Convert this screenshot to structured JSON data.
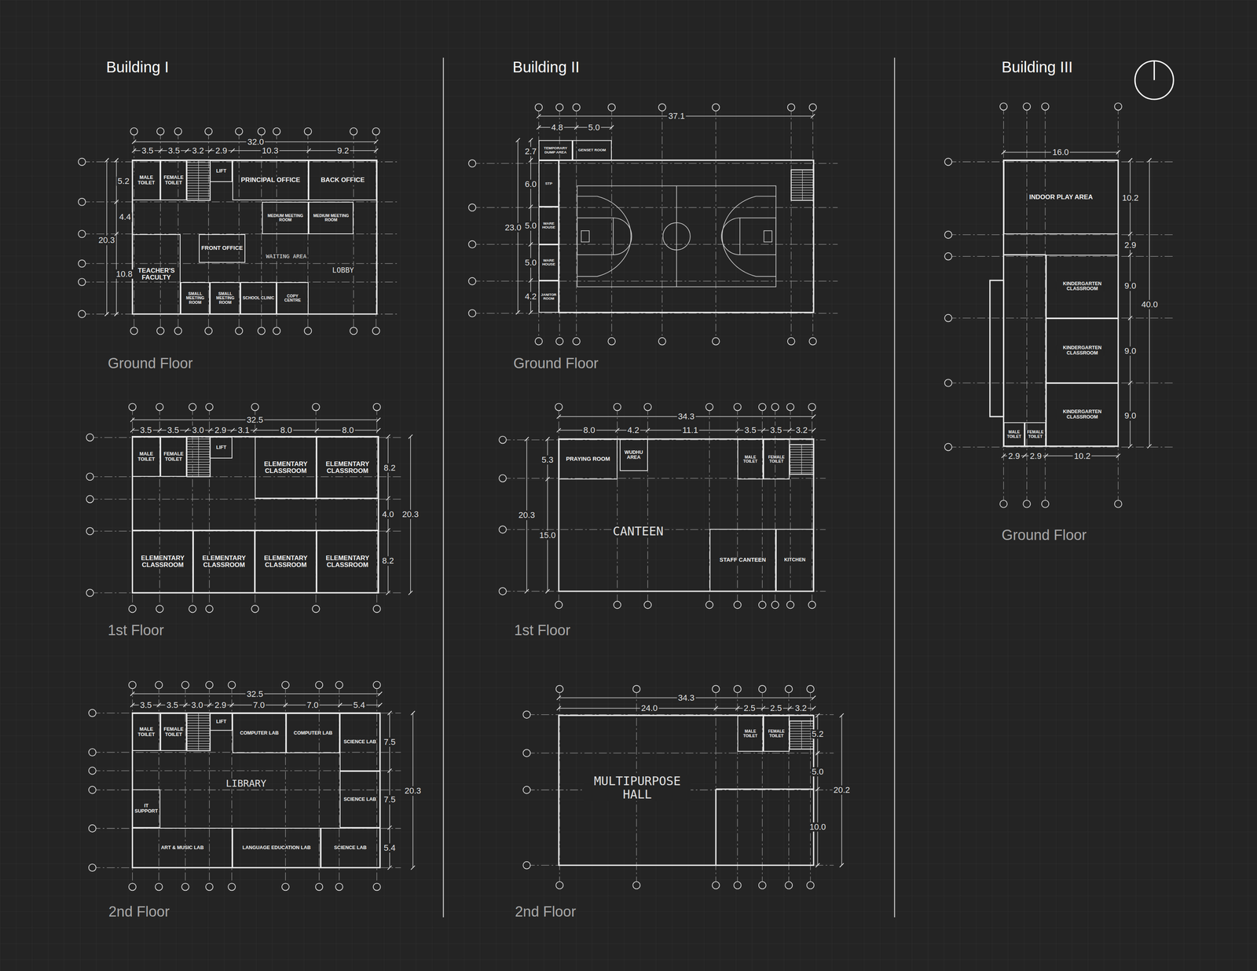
{
  "diagram": {
    "nodes": [
      {
        "text": [
          "MALE TOILET"
        ]
      },
      {
        "text": [
          "FEMALE TOILET"
        ]
      },
      {
        "text": [
          "LIFT"
        ]
      },
      {
        "text": [
          "PRINCIPAL OFFICE"
        ]
      },
      {
        "text": [
          "BACK OFFICE"
        ]
      },
      {
        "text": [
          "MEDIUM MEETING ROOM"
        ]
      },
      {
        "text": [
          "MEDIUM MEETING ROOM"
        ]
      },
      {
        "text": [
          "FRONT OFFICE"
        ]
      },
      {
        "text": [
          "TEACHER'S FACULTY"
        ]
      },
      {
        "text": [
          "SMALL MEETING ROOM"
        ]
      },
      {
        "text": [
          "SMALL MEETING ROOM"
        ]
      },
      {
        "text": [
          "SCHOOL CLINIC"
        ]
      },
      {
        "text": [
          "COPY CENTRE"
        ]
      },
      {
        "text": [
          "MALE TOILET"
        ]
      },
      {
        "text": [
          "FEMALE TOILET"
        ]
      },
      {
        "text": [
          "LIFT"
        ]
      },
      {
        "text": [
          "ELEMENTARY CLASSROOM"
        ]
      },
      {
        "text": [
          "ELEMENTARY CLASSROOM"
        ]
      },
      {
        "text": [
          "ELEMENTARY CLASSROOM"
        ]
      },
      {
        "text": [
          "ELEMENTARY CLASSROOM"
        ]
      },
      {
        "text": [
          "ELEMENTARY CLASSROOM"
        ]
      },
      {
        "text": [
          "ELEMENTARY CLASSROOM"
        ]
      },
      {
        "text": [
          "MALE TOILET"
        ]
      },
      {
        "text": [
          "FEMALE TOILET"
        ]
      },
      {
        "text": [
          "LIFT"
        ]
      },
      {
        "text": [
          "COMPUTER LAB"
        ]
      },
      {
        "text": [
          "COMPUTER LAB"
        ]
      },
      {
        "text": [
          "SCIENCE LAB"
        ]
      },
      {
        "text": [
          "IT SUPPORT"
        ]
      },
      {
        "text": [
          "SCIENCE LAB"
        ]
      },
      {
        "text": [
          "ART & MUSIC LAB"
        ]
      },
      {
        "text": [
          "LANGUAGE EDUCATION LAB"
        ]
      },
      {
        "text": [
          "SCIENCE LAB"
        ]
      },
      {
        "text": [
          "TEMPORARY DUMP AREA"
        ]
      },
      {
        "text": [
          "GENSET ROOM"
        ]
      },
      {
        "text": [
          "STP"
        ]
      },
      {
        "text": [
          "WARE HOUSE"
        ]
      },
      {
        "text": [
          "WARE HOUSE"
        ]
      },
      {
        "text": [
          "JANITOR ROOM"
        ]
      },
      {
        "text": [
          "PRAYING ROOM"
        ]
      },
      {
        "text": [
          "WUDHU AREA"
        ]
      },
      {
        "text": [
          "MALE TOILET"
        ]
      },
      {
        "text": [
          "FEMALE TOILET"
        ]
      },
      {
        "text": [
          "STAFF CANTEEN"
        ]
      },
      {
        "text": [
          "KITCHEN"
        ]
      },
      {
        "text": [
          "MALE TOILET"
        ]
      },
      {
        "text": [
          "FEMALE TOILET"
        ]
      },
      {
        "text": [
          "INDOOR PLAY AREA"
        ]
      },
      {
        "text": [
          "KINDERGARTEN CLASSROOM"
        ]
      },
      {
        "text": [
          "KINDERGARTEN CLASSROOM"
        ]
      },
      {
        "text": [
          "KINDERGARTEN CLASSROOM"
        ]
      },
      {
        "text": [
          "MALE TOILET"
        ]
      },
      {
        "text": [
          "FEMALE TOILET"
        ]
      }
    ],
    "labels": [
      "Building I",
      "Ground Floor",
      "3.5",
      "3.5",
      "3.2",
      "2.9",
      "32.0",
      "10.3",
      "9.2",
      "5.2",
      "4.4",
      "20.3",
      "10.8",
      "WAITING AREA",
      "LOBBY",
      "1st Floor",
      "3.5",
      "3.5",
      "3.0",
      "2.9",
      "3.1",
      "32.5",
      "8.0",
      "8.0",
      "8.2",
      "4.0",
      "20.3",
      "8.2",
      "2nd Floor",
      "3.5",
      "3.5",
      "3.0",
      "2.9",
      "32.5",
      "7.0",
      "7.0",
      "5.4",
      "7.5",
      "7.5",
      "20.3",
      "5.4",
      "LIBRARY",
      "Building II",
      "Ground Floor",
      "4.8",
      "5.0",
      "37.1",
      "2.7",
      "6.0",
      "5.0",
      "23.0",
      "5.0",
      "4.2",
      "1st Floor",
      "8.0",
      "4.2",
      "34.3",
      "11.1",
      "3.5",
      "3.5",
      "3.2",
      "5.3",
      "20.3",
      "15.0",
      "CANTEEN",
      "2nd Floor",
      "24.0",
      "34.3",
      "2.5",
      "2.5",
      "3.2",
      "5.2",
      "5.0",
      "20.2",
      "10.0",
      "MULTIPURPOSE HALL",
      "Building III",
      "16.0",
      "10.2",
      "2.9",
      "9.0",
      "9.0",
      "9.0",
      "40.0",
      "2.9",
      "2.9",
      "10.2",
      "Ground Floor"
    ]
  }
}
